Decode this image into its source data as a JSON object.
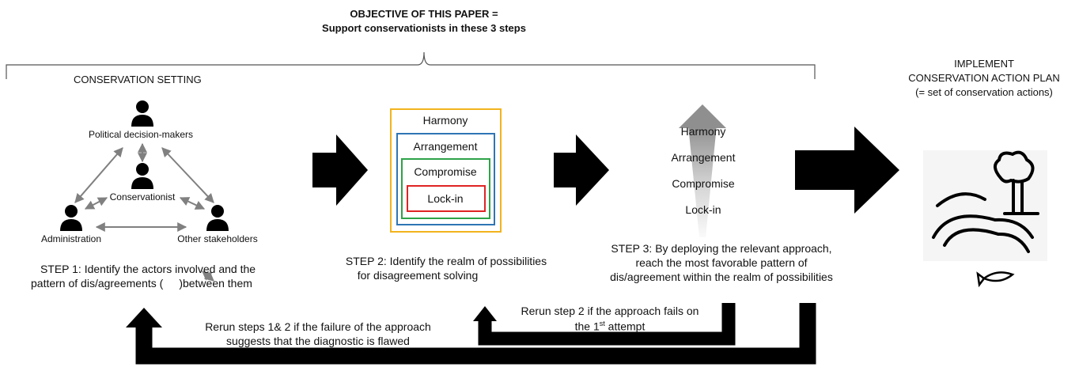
{
  "objective": {
    "line1": "OBJECTIVE OF THIS PAPER =",
    "line2": "Support conservationists in these 3 steps"
  },
  "conservation_setting": {
    "title": "CONSERVATION SETTING",
    "actors": {
      "political": "Political decision-makers",
      "conservationist": "Conservationist",
      "administration": "Administration",
      "other": "Other stakeholders"
    }
  },
  "step1": {
    "line1": "STEP 1: Identify the actors involved and the",
    "line2_a": "pattern of dis/agreements (",
    "line2_b": ")between them"
  },
  "step2": {
    "line1": "STEP 2: Identify the realm of possibilities",
    "line2": "for disagreement solving",
    "realm": {
      "harmony": "Harmony",
      "arrangement": "Arrangement",
      "compromise": "Compromise",
      "lockin": "Lock-in"
    }
  },
  "step3": {
    "line1": "STEP 3: By deploying the relevant approach,",
    "line2": "reach the most favorable pattern of",
    "line3": "dis/agreement within the realm of possibilities",
    "scale": {
      "harmony": "Harmony",
      "arrangement": "Arrangement",
      "compromise": "Compromise",
      "lockin": "Lock-in"
    }
  },
  "implement": {
    "line1": "IMPLEMENT",
    "line2": "CONSERVATION ACTION PLAN",
    "line3": "(= set of conservation actions)"
  },
  "rerun_step2": {
    "line1": "Rerun step 2 if the approach fails on",
    "line2_a": "the 1",
    "line2_sup": "st",
    "line2_b": " attempt"
  },
  "rerun_steps12": {
    "line1": "Rerun steps 1& 2 if the failure of the approach",
    "line2": "suggests that the diagnostic is flawed"
  },
  "colors": {
    "harmony_border": "#f2b31d",
    "arrangement_border": "#2f75b5",
    "compromise_border": "#2da348",
    "lockin_border": "#e02424",
    "link_arrow": "#808080",
    "flow_arrow": "#000000"
  }
}
